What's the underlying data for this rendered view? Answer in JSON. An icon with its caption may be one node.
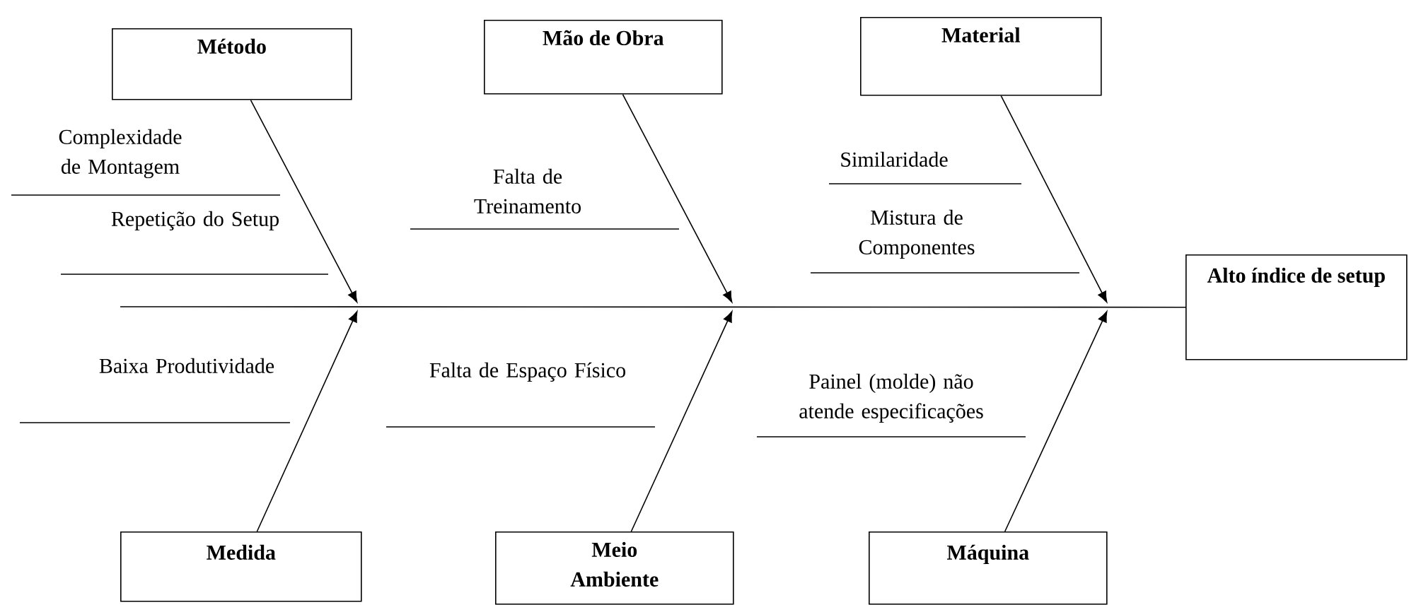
{
  "diagram": {
    "nodes": [
      {
        "text": [
          "Método"
        ]
      },
      {
        "text": [
          "Mão de Obra"
        ]
      },
      {
        "text": [
          "Material"
        ]
      },
      {
        "text": [
          "Alto índice de setup"
        ]
      },
      {
        "text": [
          "Medida"
        ]
      },
      {
        "text": [
          "Meio Ambiente"
        ]
      },
      {
        "text": [
          "Máquina"
        ]
      }
    ],
    "edges": [
      {
        "from": 0,
        "to": null,
        "arrow": "to"
      },
      {
        "from": 1,
        "to": null,
        "arrow": "to"
      },
      {
        "from": 2,
        "to": null,
        "arrow": "to"
      },
      {
        "from": 4,
        "to": null,
        "arrow": "to"
      },
      {
        "from": 5,
        "to": null,
        "arrow": "to"
      },
      {
        "from": 6,
        "to": null,
        "arrow": "to"
      },
      {
        "from": null,
        "to": 3,
        "arrow": "none"
      }
    ],
    "labels": [
      "Complexidade de Montagem",
      "Repetição do Setup",
      "Falta de Treinamento",
      "Similaridade",
      "Mistura de Componentes",
      "Baixa Produtividade",
      "Falta de Espaço Físico",
      "Painel (molde) não atende especificações"
    ]
  }
}
